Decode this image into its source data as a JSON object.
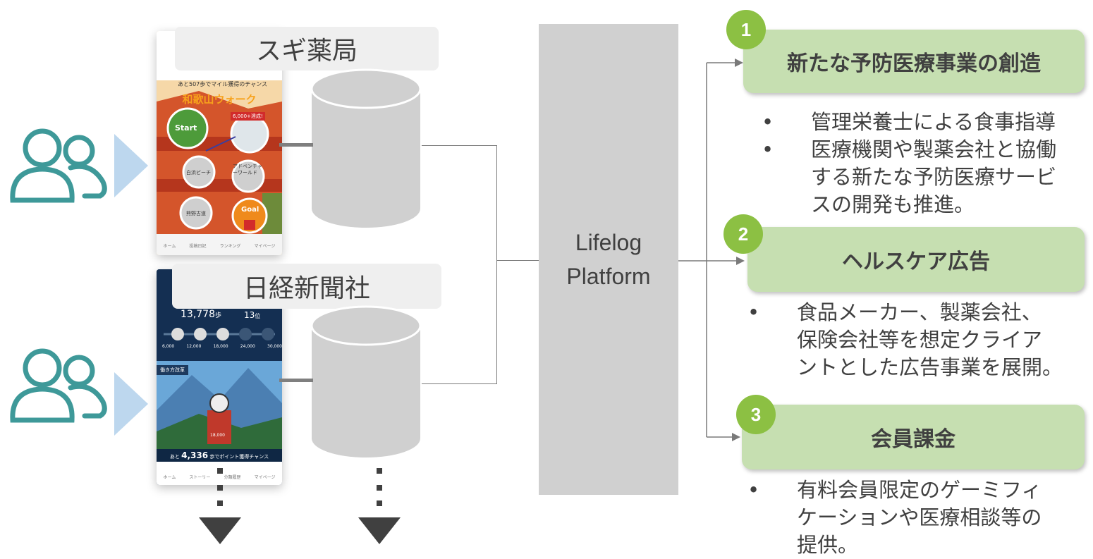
{
  "sources": [
    {
      "label": "スギ薬局",
      "app_title": "和歌山ウォーク",
      "status": "あと507歩でマイル獲得のチャンス",
      "start": "Start",
      "goal": "Goal",
      "badge": "6,000+達成!",
      "spot1": "白浜ビーチ",
      "spot2": "アドベンチャーワールド",
      "spot3": "熊野古道",
      "nav": [
        "ホーム",
        "投稿日記",
        "ランキング",
        "マイページ"
      ]
    },
    {
      "label": "日経新聞社",
      "steps": "13,778",
      "step_unit": "歩",
      "rank": "13",
      "rank_unit": "位",
      "milestones": [
        "6,000",
        "12,000",
        "18,000",
        "24,000",
        "30,000"
      ],
      "category": "働き方改革",
      "marker": "18,000",
      "status_prefix": "あと",
      "remaining": "4,336",
      "status_suffix": "歩でポイント獲得チャンス",
      "nav": [
        "ホーム",
        "ストーリー",
        "分類履歴",
        "マイページ"
      ]
    }
  ],
  "platform": {
    "line1": "Lifelog",
    "line2": "Platform"
  },
  "services": [
    {
      "number": "1",
      "title": "新たな予防医療事業の創造",
      "bullets": [
        [
          "管理栄養士による食事指導"
        ],
        [
          "医療機関や製薬会社と協働",
          "する新たな予防医療サービ",
          "スの開発も推進。"
        ]
      ]
    },
    {
      "number": "2",
      "title": "ヘルスケア広告",
      "bullets": [
        [
          "食品メーカー、製薬会社、",
          "保険会社等を想定クライア",
          "ントとした広告事業を展開。"
        ]
      ]
    },
    {
      "number": "3",
      "title": "会員課金",
      "bullets": [
        [
          "有料会員限定のゲーミフィ",
          "ケーションや医療相談等の",
          "提供。"
        ]
      ]
    }
  ],
  "bullet_char": "•",
  "colors": {
    "user_icon": "#3e9999",
    "arrow": "#bdd7ee",
    "service_box": "#c6dfb1",
    "badge": "#8cc043",
    "platform": "#d0d0d0",
    "db": "#d0d0d0"
  }
}
